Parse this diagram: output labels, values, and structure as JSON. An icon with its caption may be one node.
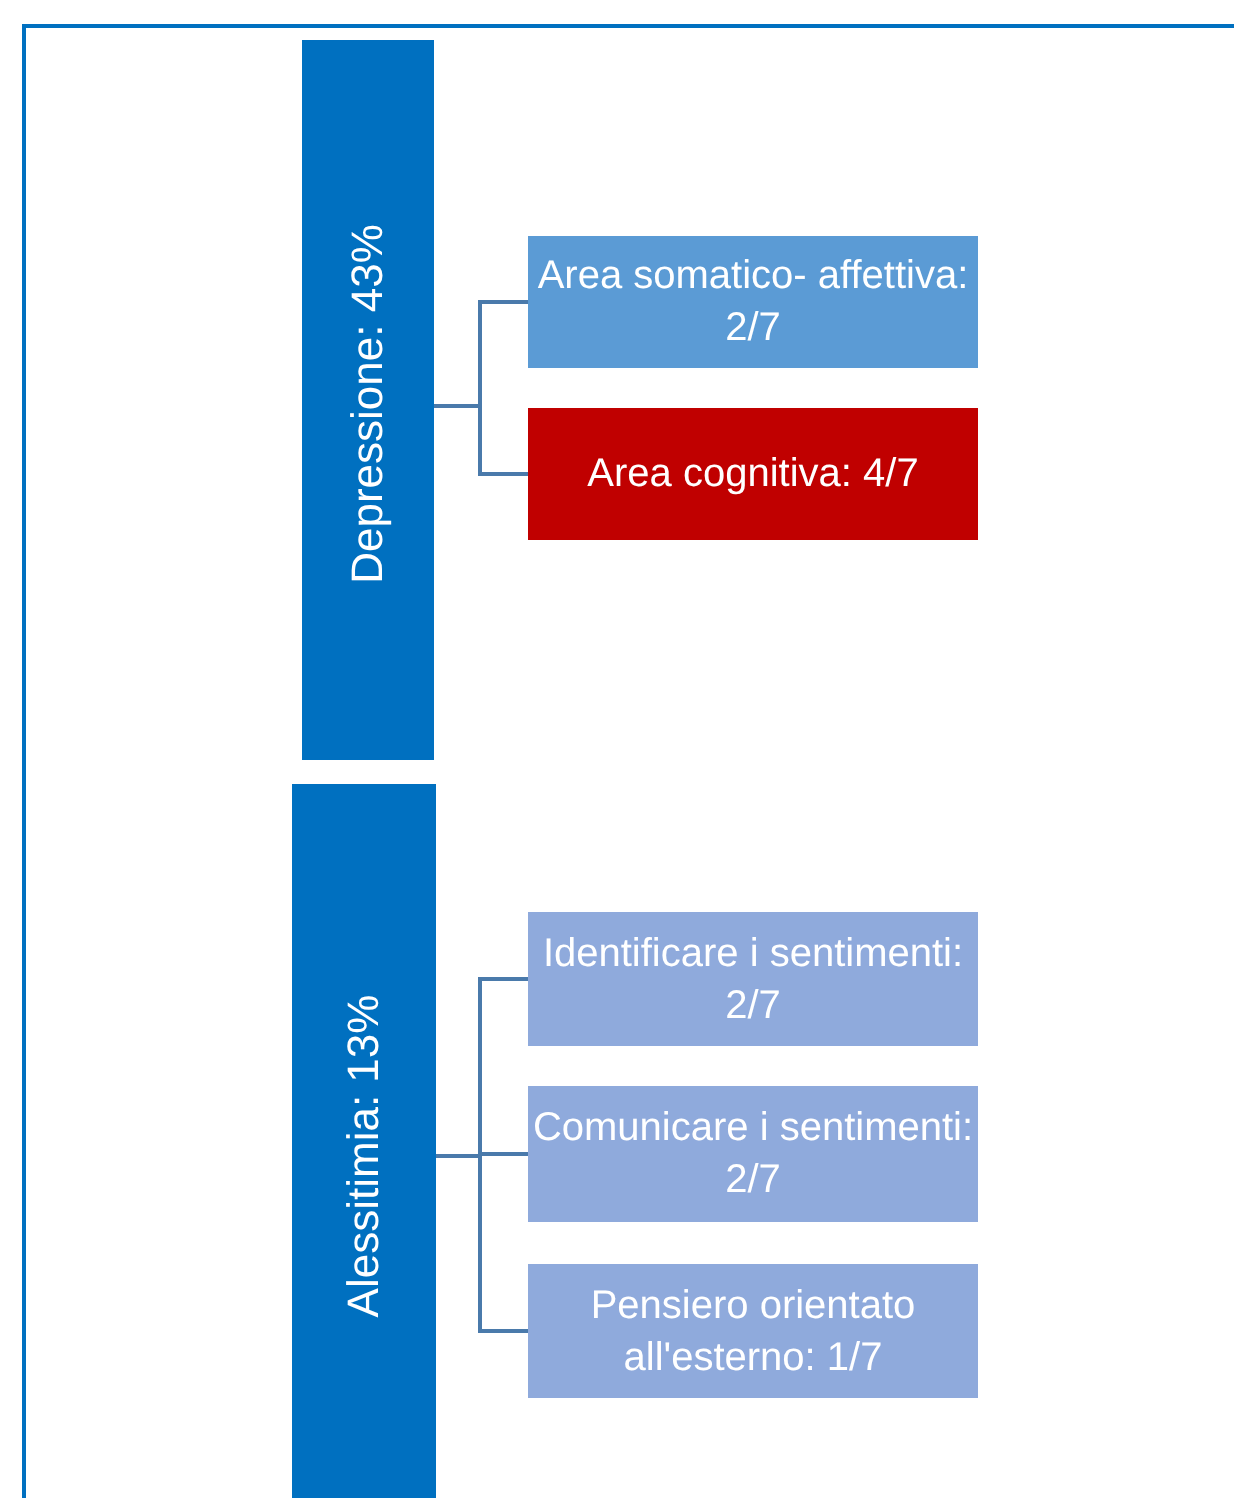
{
  "diagram": {
    "nodes": [
      {
        "text": [
          "Depressione: 43%"
        ]
      },
      {
        "text": [
          "Area somatico- affettiva: 2/7"
        ]
      },
      {
        "text": [
          "Area cognitiva: 4/7"
        ]
      },
      {
        "text": [
          "Alessitimia: 13%"
        ]
      },
      {
        "text": [
          "Identificare i sentimenti: 2/7"
        ]
      },
      {
        "text": [
          "Comunicare i sentimenti: 2/7"
        ]
      },
      {
        "text": [
          "Pensiero orientato all'esterno: 1/7"
        ]
      }
    ],
    "edges": [
      {
        "from": 0,
        "to": 1,
        "arrow": "none"
      },
      {
        "from": 0,
        "to": 2,
        "arrow": "none"
      },
      {
        "from": 3,
        "to": 4,
        "arrow": "none"
      },
      {
        "from": 3,
        "to": 5,
        "arrow": "none"
      },
      {
        "from": 3,
        "to": 6,
        "arrow": "none"
      }
    ]
  }
}
